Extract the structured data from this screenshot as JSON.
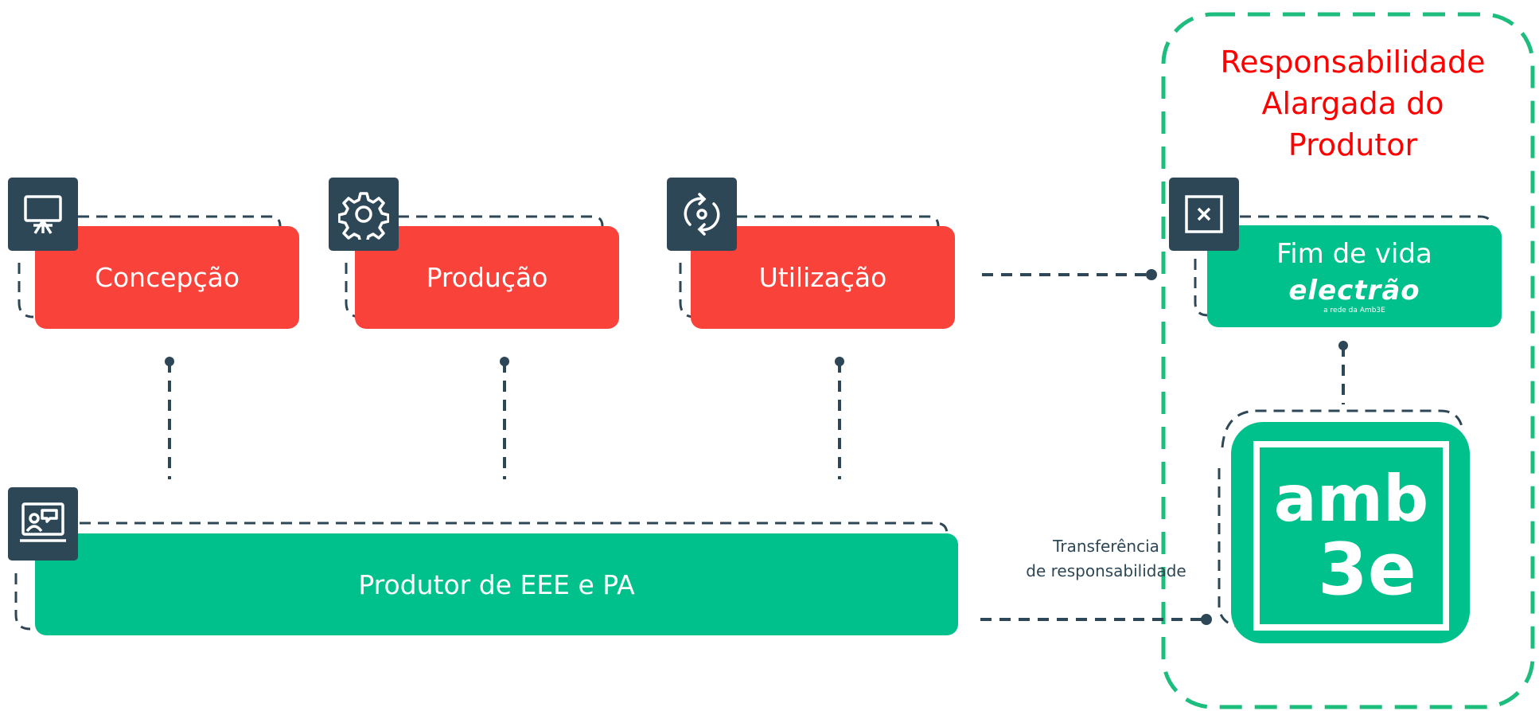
{
  "erp_title": {
    "line1": "Responsabilidade",
    "line2": "Alargada do",
    "line3": "Produtor"
  },
  "stages": {
    "concepcao": "Concepção",
    "producao": "Produção",
    "utilizacao": "Utilização"
  },
  "producer": "Produtor de EEE e PA",
  "end_of_life": "Fim de vida",
  "electrao": {
    "name": "electrão",
    "tagline": "a rede da Amb3E"
  },
  "amb3e": {
    "top": "amb",
    "bottom": "3e"
  },
  "transfer": {
    "line1": "Transferência",
    "line2": "de responsabilidade"
  },
  "colors": {
    "red": "#f9423a",
    "green": "#00c08b",
    "navy": "#2d4756",
    "title_red": "#ff0000",
    "erp_border": "#1dbd7d"
  },
  "icons": {
    "concepcao": "presentation-board-icon",
    "producao": "gear-icon",
    "utilizacao": "cycle-icon",
    "fim_de_vida": "close-box-icon",
    "produtor": "video-chat-icon"
  }
}
